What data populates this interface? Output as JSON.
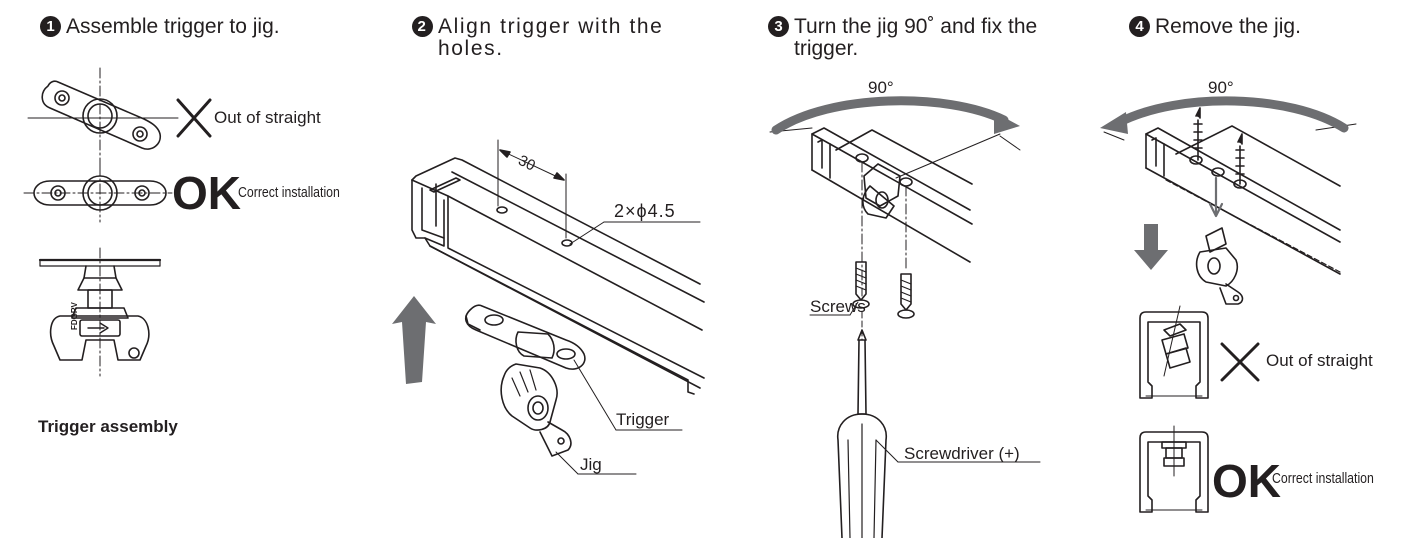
{
  "steps": [
    {
      "num": "1",
      "text": "Assemble trigger to jig."
    },
    {
      "num": "2",
      "text": "Align trigger with the holes."
    },
    {
      "num": "3",
      "text": "Turn the jig 90˚ and fix the trigger."
    },
    {
      "num": "4",
      "text": "Remove the jig."
    }
  ],
  "step1": {
    "bad": "Out of straight",
    "ok": "OK",
    "good": "Correct installation",
    "jig_marking": "FDGRV",
    "caption": "Trigger assembly"
  },
  "step2": {
    "dim": "30",
    "holes": "2×ϕ4.5",
    "trigger": "Trigger",
    "jig": "Jig"
  },
  "step3": {
    "angle": "90°",
    "screws": "Screws",
    "driver": "Screwdriver (+)"
  },
  "step4": {
    "angle": "90°",
    "bad": "Out of straight",
    "ok": "OK",
    "good": "Correct installation"
  }
}
